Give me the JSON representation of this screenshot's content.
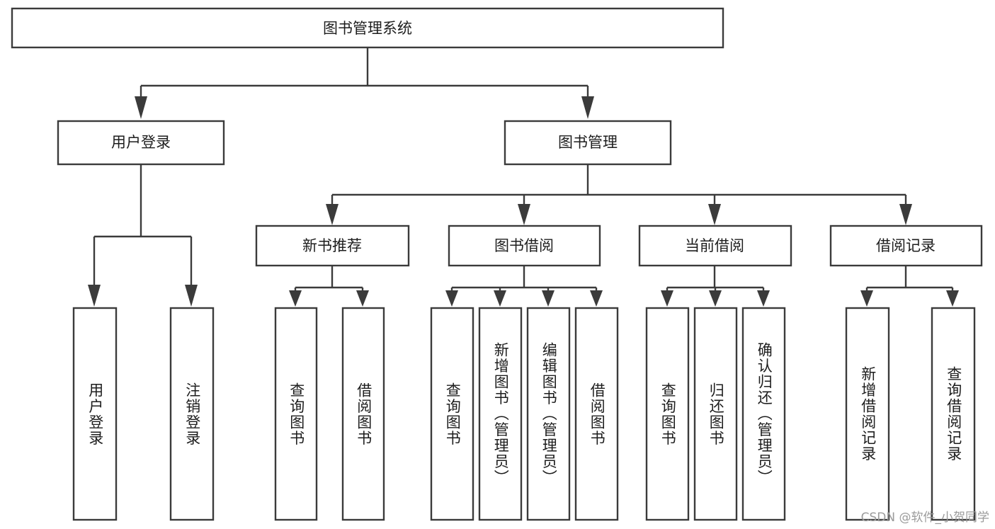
{
  "diagram": {
    "type": "tree",
    "title": "图书管理系统",
    "root": {
      "label": "图书管理系统"
    },
    "level2": [
      {
        "label": "用户登录"
      },
      {
        "label": "图书管理"
      }
    ],
    "level3": [
      {
        "label": "新书推荐"
      },
      {
        "label": "图书借阅"
      },
      {
        "label": "当前借阅"
      },
      {
        "label": "借阅记录"
      }
    ],
    "leaves": {
      "user_login": [
        {
          "label": "用户登录"
        },
        {
          "label": "注销登录"
        }
      ],
      "new_book_recommend": [
        {
          "label": "查询图书"
        },
        {
          "label": "借阅图书"
        }
      ],
      "book_borrow": [
        {
          "label": "查询图书"
        },
        {
          "label": "新增图书（管理员）"
        },
        {
          "label": "编辑图书（管理员）"
        },
        {
          "label": "借阅图书"
        }
      ],
      "current_borrow": [
        {
          "label": "查询图书"
        },
        {
          "label": "归还图书"
        },
        {
          "label": "确认归还（管理员）"
        }
      ],
      "borrow_record": [
        {
          "label": "新增借阅记录"
        },
        {
          "label": "查询借阅记录"
        }
      ]
    },
    "watermark": "CSDN @软件_小贺同学",
    "colors": {
      "stroke": "#3b3b3b",
      "fill": "#ffffff",
      "text": "#1d1d1d",
      "watermark": "#9b9b9b"
    }
  }
}
